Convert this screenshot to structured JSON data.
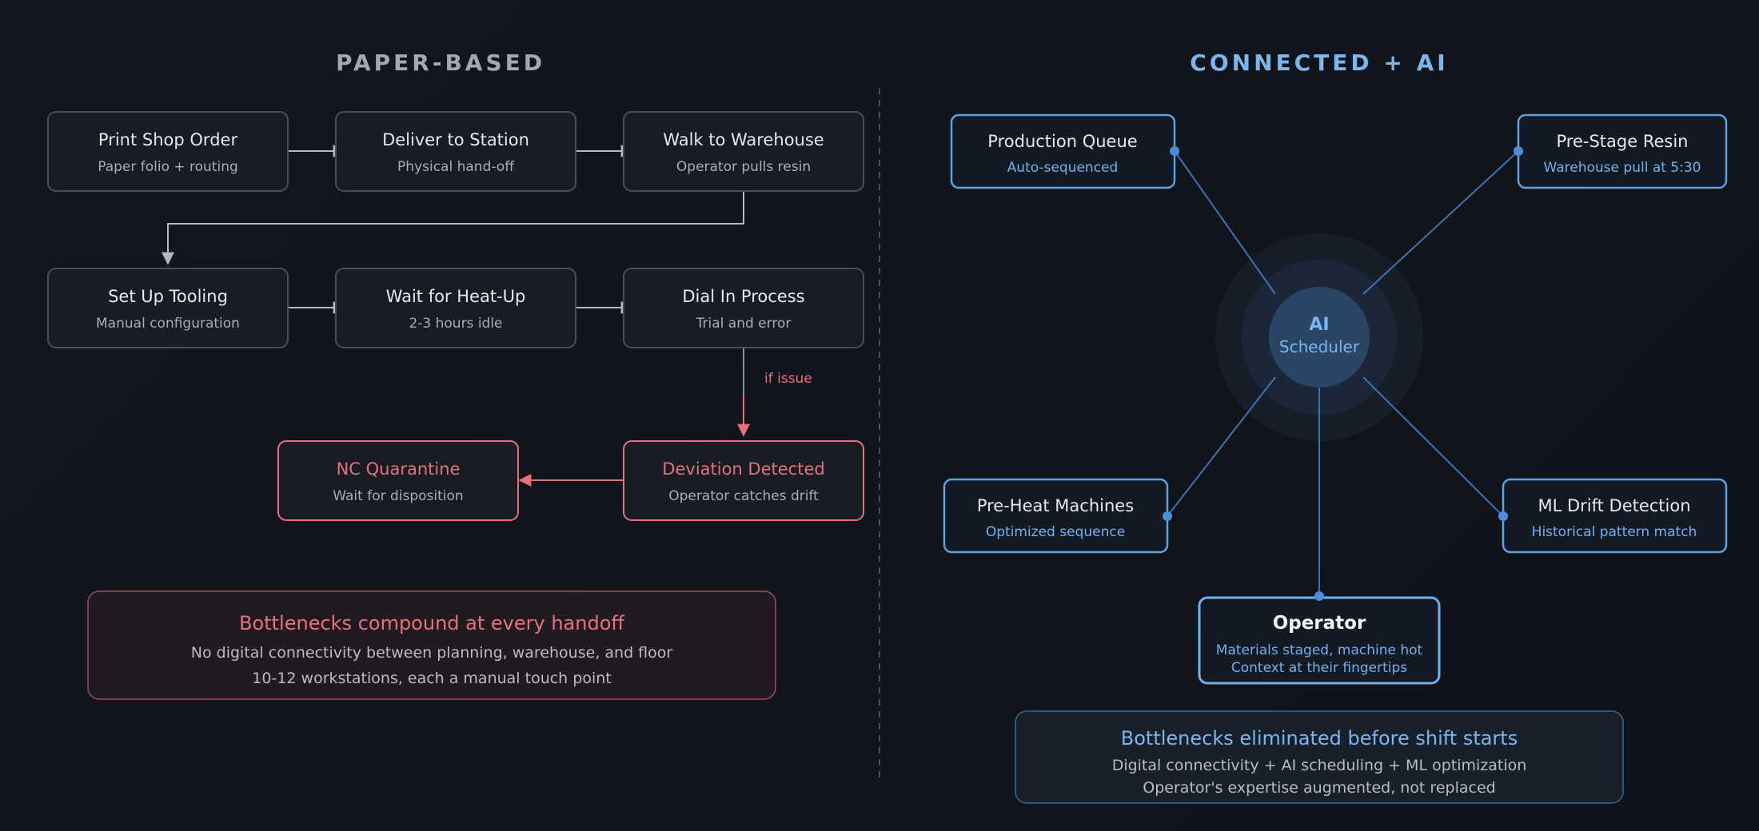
{
  "left": {
    "title": "PAPER-BASED",
    "steps": [
      {
        "title": "Print Shop Order",
        "subtitle": "Paper folio + routing"
      },
      {
        "title": "Deliver to Station",
        "subtitle": "Physical hand-off"
      },
      {
        "title": "Walk to Warehouse",
        "subtitle": "Operator pulls resin"
      },
      {
        "title": "Set Up Tooling",
        "subtitle": "Manual configuration"
      },
      {
        "title": "Wait for Heat-Up",
        "subtitle": "2-3 hours idle"
      },
      {
        "title": "Dial In Process",
        "subtitle": "Trial and error"
      },
      {
        "title": "Deviation Detected",
        "subtitle": "Operator catches drift"
      },
      {
        "title": "NC Quarantine",
        "subtitle": "Wait for disposition"
      }
    ],
    "issue_label": "if issue",
    "summary": {
      "title": "Bottlenecks compound at every handoff",
      "line1": "No digital connectivity between planning, warehouse, and floor",
      "line2": "10-12 workstations, each a manual touch point"
    }
  },
  "right": {
    "title": "CONNECTED + AI",
    "hub": {
      "title": "AI",
      "subtitle": "Scheduler"
    },
    "nodes": [
      {
        "title": "Production Queue",
        "subtitle": "Auto-sequenced"
      },
      {
        "title": "Pre-Stage Resin",
        "subtitle": "Warehouse pull at 5:30"
      },
      {
        "title": "Pre-Heat Machines",
        "subtitle": "Optimized sequence"
      },
      {
        "title": "ML Drift Detection",
        "subtitle": "Historical pattern match"
      }
    ],
    "operator": {
      "title": "Operator",
      "line1": "Materials staged, machine hot",
      "line2": "Context at their fingertips"
    },
    "summary": {
      "title": "Bottlenecks eliminated before shift starts",
      "line1": "Digital connectivity + AI scheduling + ML optimization",
      "line2": "Operator's expertise augmented, not replaced"
    }
  },
  "colors": {
    "paper_title": "#a4a8b0",
    "ai_title": "#7ab6f0",
    "box_border": "#4a4e56",
    "box_fill": "#191c22",
    "alert": "#e8707e",
    "ai_border": "#5aa2e6",
    "ai_sub": "#6fb1f0",
    "text": "#e6e8ec",
    "subtext": "#a9adb5"
  }
}
